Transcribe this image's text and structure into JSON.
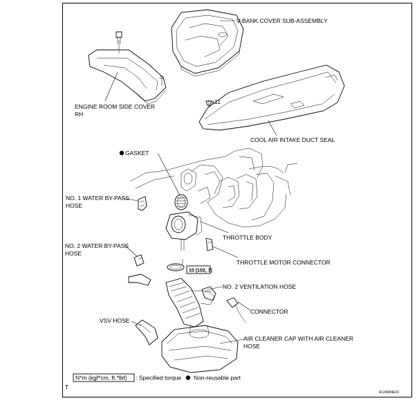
{
  "labels": {
    "vbank_cover": "V-BANK COVER SUB-ASSEMBLY",
    "engine_room_cover_1": "ENGINE ROOM SIDE COVER",
    "engine_room_cover_2": "RH",
    "x11": "x11",
    "cool_air_seal": "COOL AIR INTAKE DUCT SEAL",
    "gasket": "GASKET",
    "water_hose_1_a": "NO. 1 WATER BY-PASS",
    "water_hose_1_b": "HOSE",
    "throttle_body": "THROTTLE BODY",
    "water_hose_2_a": "NO. 2 WATER BY-PASS",
    "water_hose_2_b": "HOSE",
    "throttle_motor_connector": "THROTTLE MOTOR CONNECTOR",
    "torque_value": "10 (102, 7)",
    "ventilation_hose": "NO. 2 VENTILATION HOSE",
    "connector": "CONNECTOR",
    "vsv_hose": "VSV HOSE",
    "air_cleaner_a": "AIR CLEANER CAP WITH AIR CLEANER",
    "air_cleaner_b": "HOSE"
  },
  "legend": {
    "torque_unit": "N*m (kgf*cm, ft.*lbf)",
    "torque_text": ": Specified torque",
    "nonreusable_text": "Non-reusable part"
  },
  "corner_mark": "T",
  "figure_id": "A124984E03"
}
